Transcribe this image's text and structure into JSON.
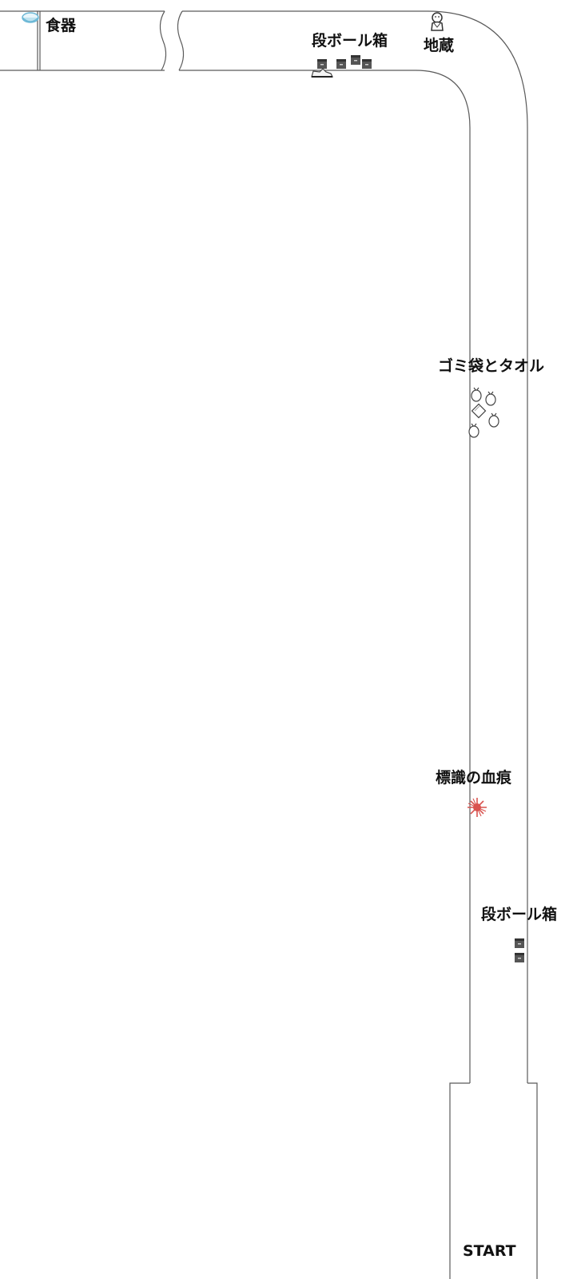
{
  "labels": {
    "dishes": "食器",
    "boxes_top": "段ボール箱",
    "jizo": "地蔵",
    "trash": "ゴミ袋とタオル",
    "blood": "標識の血痕",
    "boxes_bottom": "段ボール箱",
    "start": "START"
  },
  "icons": {
    "dishes": "bowl-icon",
    "boxes": "cardboard-box-icon",
    "shoe": "sneaker-icon",
    "jizo": "jizo-statue-icon",
    "trash": "garbage-bag-icon",
    "towel": "towel-icon",
    "blood": "blood-splatter-icon"
  },
  "colors": {
    "road_line": "#5a5a5a",
    "box": "#555555",
    "bowl": "#6cb8d6",
    "blood": "#d9534f"
  }
}
